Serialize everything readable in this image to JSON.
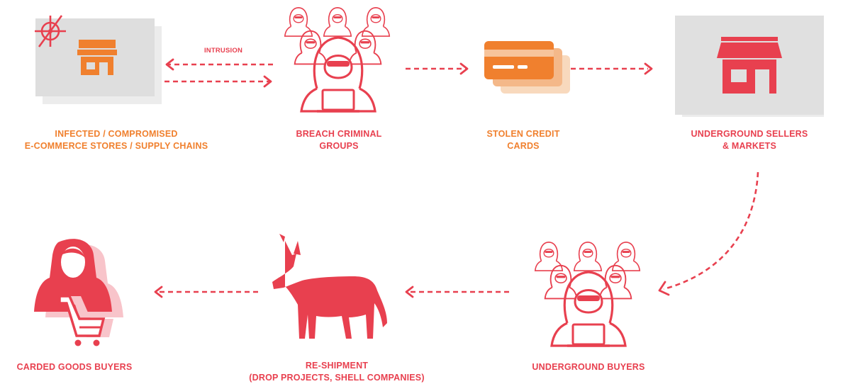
{
  "colors": {
    "accent_red": "#e8404f",
    "accent_orange": "#f0802e",
    "panel_gray": "#e6e6e6"
  },
  "nodes": {
    "infected_stores": {
      "line1": "INFECTED / COMPROMISED",
      "line2": "E-COMMERCE STORES / SUPPLY CHAINS",
      "icons": [
        "target-icon",
        "storefront-icon"
      ]
    },
    "breach_groups": {
      "line1": "BREACH CRIMINAL",
      "line2": "GROUPS",
      "icons": [
        "hooded-hacker-icon"
      ]
    },
    "stolen_cards": {
      "line1": "STOLEN CREDIT",
      "line2": "CARDS",
      "icons": [
        "credit-card-icon"
      ]
    },
    "sellers_markets": {
      "line1": "UNDERGROUND SELLERS",
      "line2": "& MARKETS",
      "icons": [
        "storefront-icon"
      ]
    },
    "underground_buyers": {
      "line1": "UNDERGROUND BUYERS",
      "icons": [
        "hooded-hacker-icon"
      ]
    },
    "reshipment": {
      "line1": "RE-SHIPMENT",
      "line2": "(DROP PROJECTS, SHELL COMPANIES)",
      "icons": [
        "donkey-mule-icon"
      ]
    },
    "carded_buyers": {
      "line1": "CARDED GOODS BUYERS",
      "icons": [
        "shopper-cart-icon"
      ]
    }
  },
  "edges": {
    "intrusion_label": "INTRUSION"
  }
}
